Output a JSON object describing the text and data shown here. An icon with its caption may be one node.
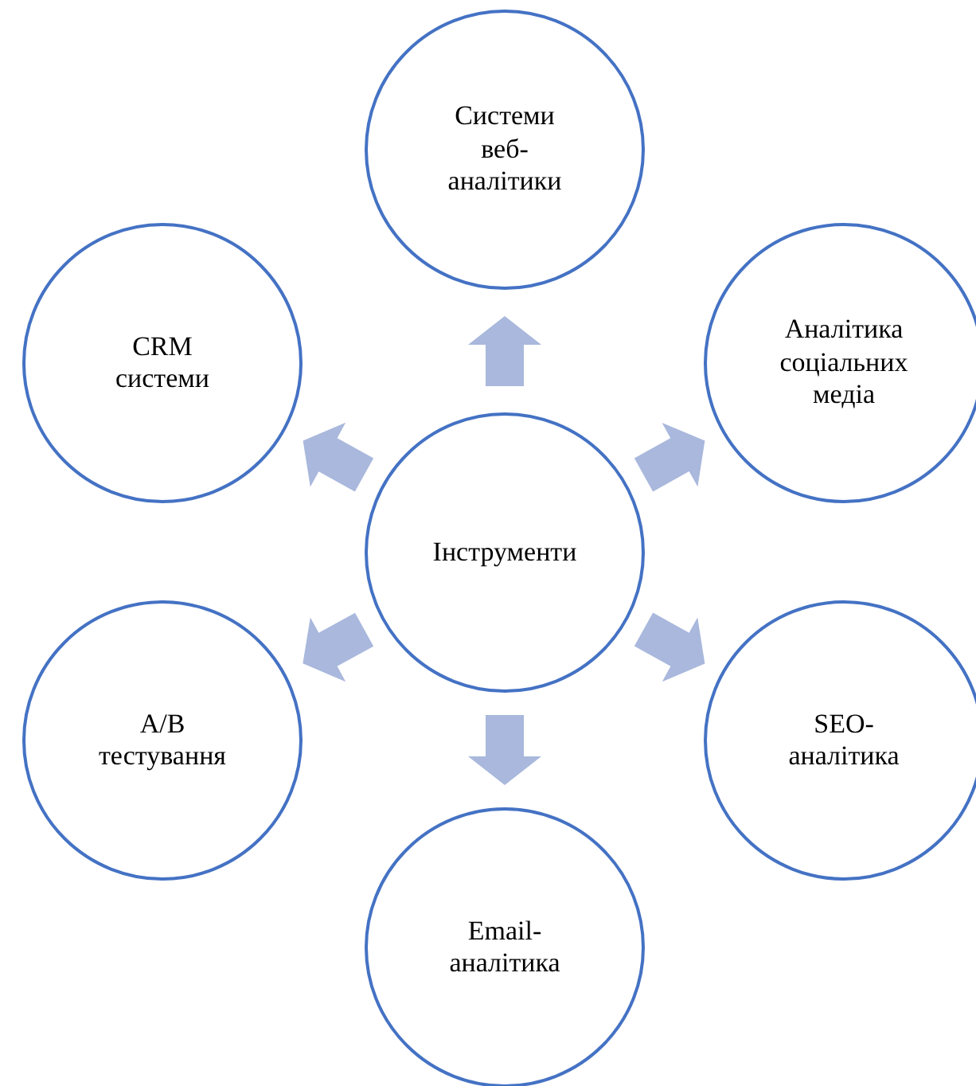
{
  "diagram": {
    "nodes": [
      {
        "text": [
          "Інструменти"
        ]
      },
      {
        "text": [
          "Системи веб-аналітики"
        ]
      },
      {
        "text": [
          "Аналітика соціальних медіа"
        ]
      },
      {
        "text": [
          "SEO-аналітика"
        ]
      },
      {
        "text": [
          "Email-аналітика"
        ]
      },
      {
        "text": [
          "A/B тестування"
        ]
      },
      {
        "text": [
          "CRM системи"
        ]
      }
    ],
    "edges": [
      {
        "from": 0,
        "to": 1,
        "arrow": "to"
      },
      {
        "from": 0,
        "to": 2,
        "arrow": "to"
      },
      {
        "from": 0,
        "to": 3,
        "arrow": "to"
      },
      {
        "from": 0,
        "to": 4,
        "arrow": "to"
      },
      {
        "from": 0,
        "to": 5,
        "arrow": "to"
      },
      {
        "from": 0,
        "to": 6,
        "arrow": "to"
      }
    ]
  }
}
